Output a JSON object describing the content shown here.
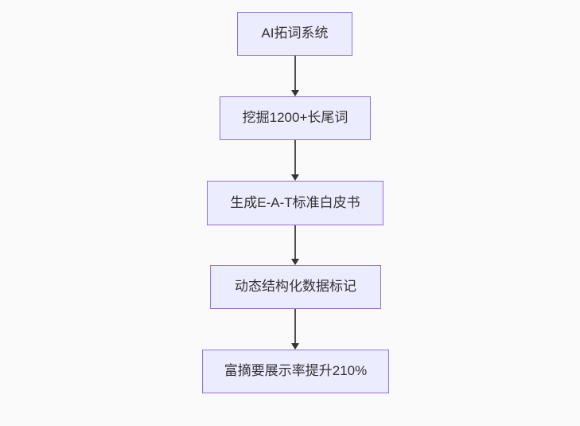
{
  "page": {
    "background_color": "#fafafa"
  },
  "diagram": {
    "type": "flowchart",
    "direction": "top-down",
    "node_style": {
      "fill": "#ececff",
      "border": "#9370db",
      "text_color": "#333333"
    },
    "edge_style": {
      "color": "#333333",
      "arrowhead": "filled-triangle"
    },
    "nodes": [
      {
        "id": "A",
        "label": "AI拓词系统"
      },
      {
        "id": "B",
        "label": "挖掘1200+长尾词"
      },
      {
        "id": "C",
        "label": "生成E-A-T标准白皮书"
      },
      {
        "id": "D",
        "label": "动态结构化数据标记"
      },
      {
        "id": "E",
        "label": "富摘要展示率提升210%"
      }
    ],
    "edges": [
      {
        "from": "A",
        "to": "B"
      },
      {
        "from": "B",
        "to": "C"
      },
      {
        "from": "C",
        "to": "D"
      },
      {
        "from": "D",
        "to": "E"
      }
    ]
  }
}
